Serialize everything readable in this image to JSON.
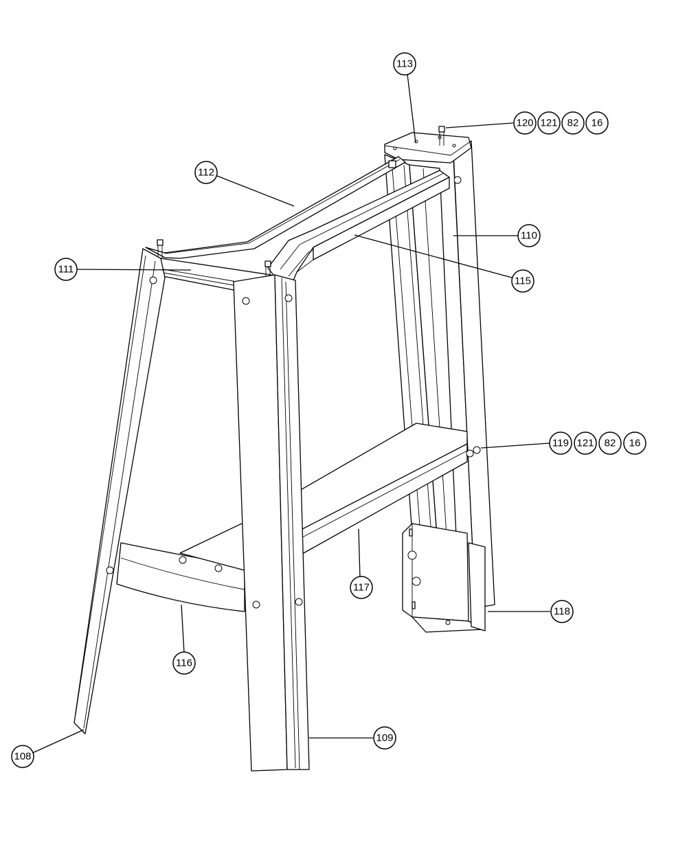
{
  "callouts": [
    {
      "id": "c113",
      "label": "113"
    },
    {
      "id": "c120",
      "label": "120"
    },
    {
      "id": "c121a",
      "label": "121"
    },
    {
      "id": "c82a",
      "label": "82"
    },
    {
      "id": "c16a",
      "label": "16"
    },
    {
      "id": "c112",
      "label": "112"
    },
    {
      "id": "c110",
      "label": "110"
    },
    {
      "id": "c111",
      "label": "111"
    },
    {
      "id": "c115",
      "label": "115"
    },
    {
      "id": "c119",
      "label": "119"
    },
    {
      "id": "c121b",
      "label": "121"
    },
    {
      "id": "c82b",
      "label": "82"
    },
    {
      "id": "c16b",
      "label": "16"
    },
    {
      "id": "c117",
      "label": "117"
    },
    {
      "id": "c118",
      "label": "118"
    },
    {
      "id": "c116",
      "label": "116"
    },
    {
      "id": "c109",
      "label": "109"
    },
    {
      "id": "c108",
      "label": "108"
    }
  ]
}
